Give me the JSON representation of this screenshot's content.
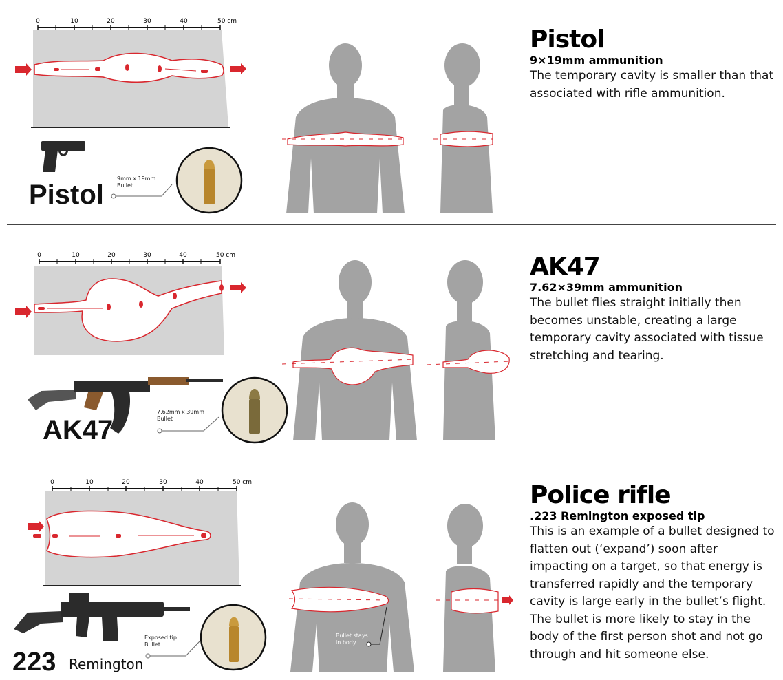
{
  "scale": {
    "ticks": [
      "0",
      "10",
      "20",
      "30",
      "40"
    ],
    "end_label": "50 cm"
  },
  "sections": [
    {
      "title": "Pistol",
      "ammo": "9×19mm ammunition",
      "description": "The temporary cavity is smaller than that associated with rifle ammunition.",
      "weapon_label": "Pistol",
      "bullet_caption_line1": "9mm x 19mm",
      "bullet_caption_line2": "Bullet"
    },
    {
      "title": "AK47",
      "ammo": "7.62×39mm ammunition",
      "description": "The bullet flies straight initially then becomes unstable, creating a large temporary cavity associated with tissue stretching and tearing.",
      "weapon_label": "AK47",
      "bullet_caption_line1": "7.62mm x 39mm",
      "bullet_caption_line2": "Bullet"
    },
    {
      "title": "Police rifle",
      "ammo": ".223 Remington exposed tip",
      "description": "This is an example of a bullet designed to flatten out (‘expand’) soon after impacting on a target, so that energy is transferred rapidly and the temporary cavity is large early in the bullet’s flight. The bullet is more likely to stay in the body of the first person shot and not go through and hit someone else.",
      "weapon_label_main": "223",
      "weapon_label_sub": "Remington",
      "bullet_caption_line1": "Exposed tip",
      "bullet_caption_line2": "Bullet",
      "body_note_line1": "Bullet stays",
      "body_note_line2": "in body"
    }
  ],
  "colors": {
    "accent_red": "#d9272e",
    "gel_gray": "#d4d4d4",
    "body_gray": "#a3a3a3",
    "text": "#111111"
  },
  "icons": [
    "pistol-icon",
    "ak47-rifle-icon",
    "police-rifle-icon",
    "bullet-photo-icon",
    "torso-front-icon",
    "torso-side-icon",
    "arrow-right-icon"
  ]
}
